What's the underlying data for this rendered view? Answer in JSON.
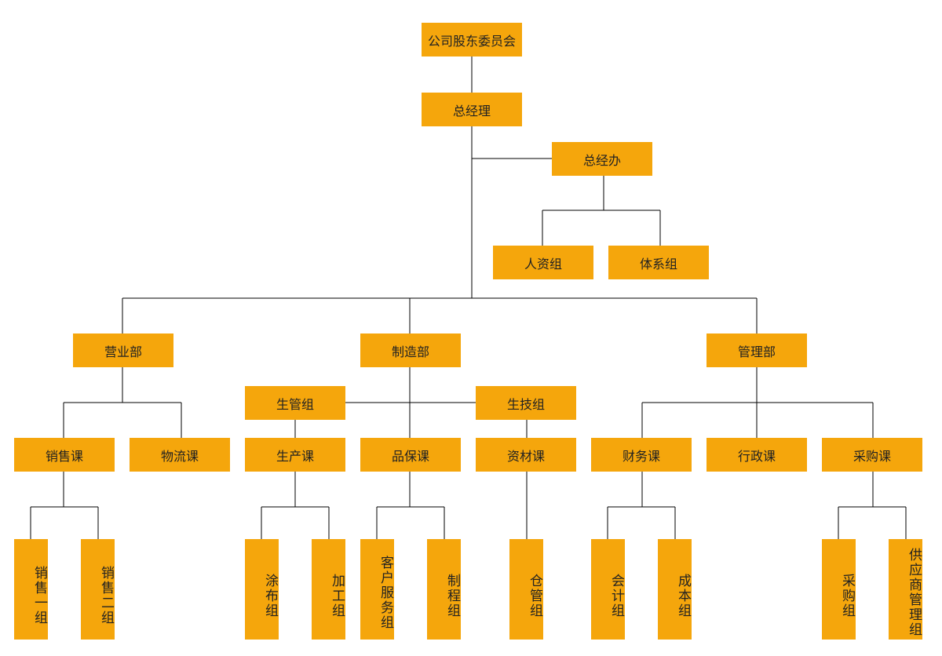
{
  "org": {
    "board": "公司股东委员会",
    "gm": "总经理",
    "gm_office": "总经办",
    "hr": "人资组",
    "system": "体系组",
    "sales_dept": "营业部",
    "mfg_dept": "制造部",
    "admin_dept": "管理部",
    "prod_mgmt": "生管组",
    "prod_tech": "生技组",
    "sales_div": "销售课",
    "logistics": "物流课",
    "production": "生产课",
    "qa": "品保课",
    "materials": "资材课",
    "finance": "财务课",
    "administration": "行政课",
    "purchasing": "采购课",
    "sales_g1": "销售一组",
    "sales_g2": "销售二组",
    "coating": "涂布组",
    "processing": "加工组",
    "customer_service": "客户服务组",
    "process": "制程组",
    "warehouse": "仓管组",
    "accounting": "会计组",
    "cost": "成本组",
    "purchase_group": "采购组",
    "supplier_mgmt": "供应商管理组"
  },
  "colors": {
    "box": "#f5a60c",
    "line": "#000000",
    "text": "#222222"
  }
}
